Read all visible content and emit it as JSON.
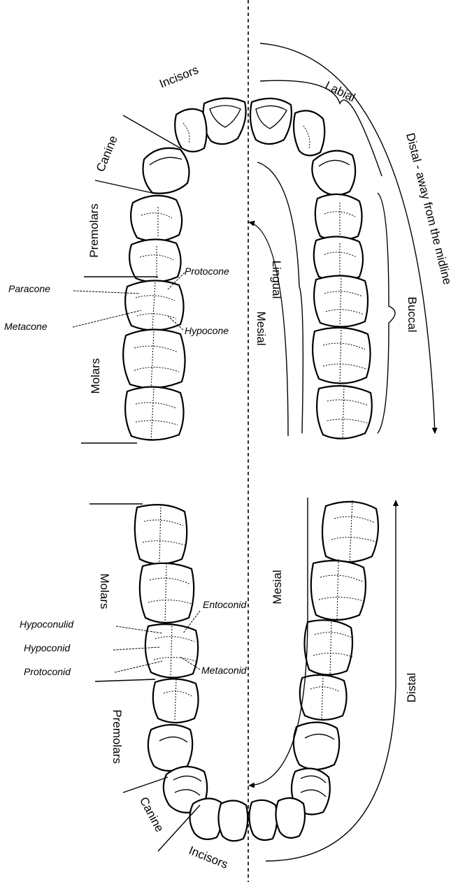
{
  "upper": {
    "incisors": "Incisors",
    "canine": "Canine",
    "premolars": "Premolars",
    "molars": "Molars",
    "protocone": "Protocone",
    "paracone": "Paracone",
    "metacone": "Metacone",
    "hypocone": "Hypocone",
    "labial": "Labial",
    "lingual": "Lingual",
    "mesial": "Mesial",
    "buccal": "Buccal",
    "distal": "Distal - away from the midline"
  },
  "lower": {
    "molars": "Molars",
    "premolars": "Premolars",
    "canine": "Canine",
    "incisors": "Incisors",
    "entoconid": "Entoconid",
    "hypoconulid": "Hypoconulid",
    "hypoconid": "Hypoconid",
    "protoconid": "Protoconid",
    "metaconid": "Metaconid",
    "mesial": "Mesial",
    "distal": "Distal"
  }
}
